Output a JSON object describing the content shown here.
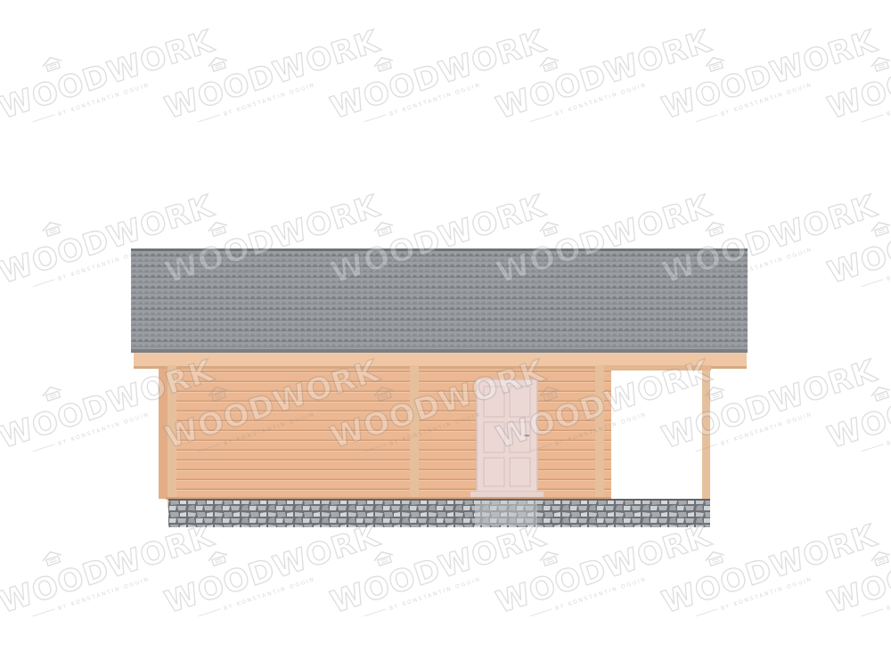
{
  "scene": {
    "subject": "front-elevation-house",
    "colors": {
      "background": "#ffffff",
      "roof": "#8f9397",
      "roof_shadow": "#6f7377",
      "timber": "#e9b58e",
      "timber_line": "#cf9a72",
      "post": "#e8c39f",
      "door": "#ead6d3",
      "foundation": "#8b8f94"
    }
  },
  "watermark": {
    "brand": "WOODWORK",
    "byline": "BY KONSTANTIN OGUIN"
  }
}
